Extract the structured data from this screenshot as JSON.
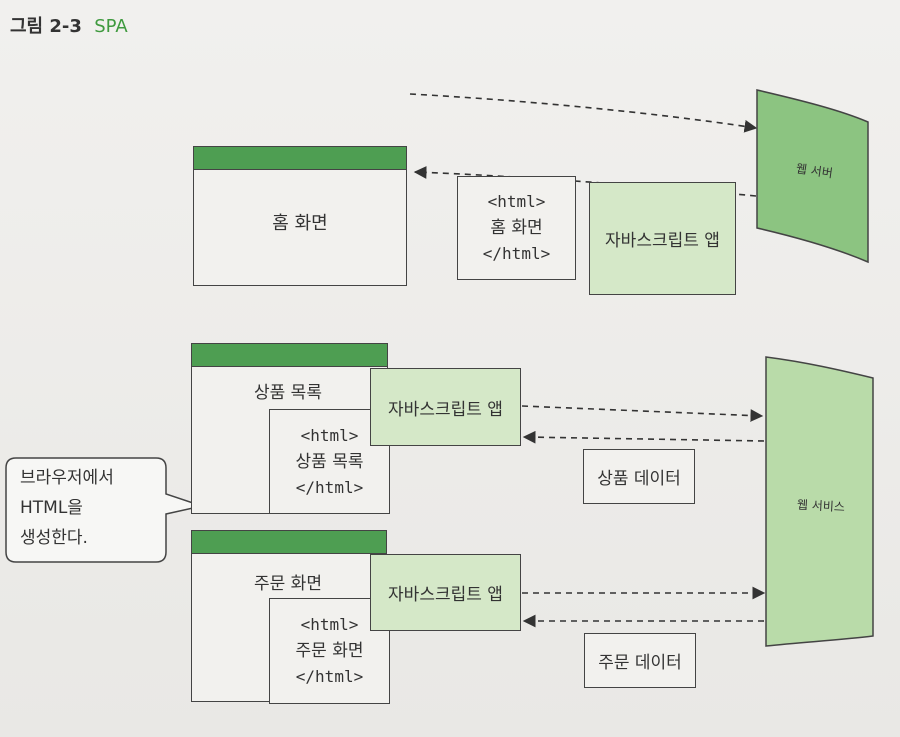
{
  "figure": {
    "number": "그림 2-3",
    "title": "SPA"
  },
  "home": {
    "screen_label": "홈 화면",
    "doc_open": "<html>",
    "doc_content": "홈 화면",
    "doc_close": "</html>",
    "js_app": "자바스크립트 앱"
  },
  "web_server": {
    "label": "웹 서버"
  },
  "product": {
    "screen_label": "상품 목록",
    "doc_open": "<html>",
    "doc_content": "상품 목록",
    "doc_close": "</html>",
    "js_app": "자바스크립트 앱",
    "data_label": "상품 데이터"
  },
  "order": {
    "screen_label": "주문 화면",
    "doc_open": "<html>",
    "doc_content": "주문 화면",
    "doc_close": "</html>",
    "js_app": "자바스크립트 앱",
    "data_label": "주문 데이터"
  },
  "web_service": {
    "label": "웹 서비스"
  },
  "callout": {
    "line1": "브라우저에서",
    "line2": "HTML을",
    "line3": "생성한다."
  },
  "colors": {
    "accent_green": "#4e9e52",
    "light_green": "#d5e8c8",
    "title_green": "#3f9a3f"
  }
}
